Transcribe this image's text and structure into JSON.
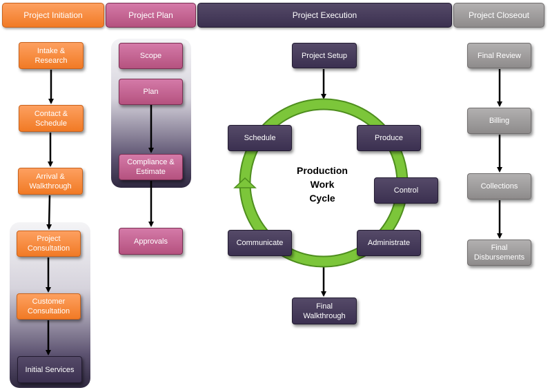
{
  "phases": {
    "initiation": "Project Initiation",
    "plan": "Project Plan",
    "execution": "Project Execution",
    "closeout": "Project Closeout"
  },
  "initiation": [
    "Intake &\nResearch",
    "Contact &\nSchedule",
    "Arrival &\nWalkthrough",
    "Project\nConsultation",
    "Customer\nConsultation",
    "Initial Services"
  ],
  "plan": [
    "Scope",
    "Plan",
    "Compliance &\nEstimate",
    "Approvals"
  ],
  "execution": {
    "setup": "Project Setup",
    "cycle_label": "Production\nWork\nCycle",
    "schedule": "Schedule",
    "produce": "Produce",
    "control": "Control",
    "administrate": "Administrate",
    "communicate": "Communicate",
    "final_walkthrough": "Final\nWalkthrough"
  },
  "closeout": [
    "Final Review",
    "Billing",
    "Collections",
    "Final\nDisbursements"
  ],
  "colors": {
    "initiation": "#f17a25",
    "plan": "#b5527f",
    "execution": "#3b3050",
    "closeout": "#8e8b8b",
    "cycle_ring": "#6fbf2f"
  }
}
